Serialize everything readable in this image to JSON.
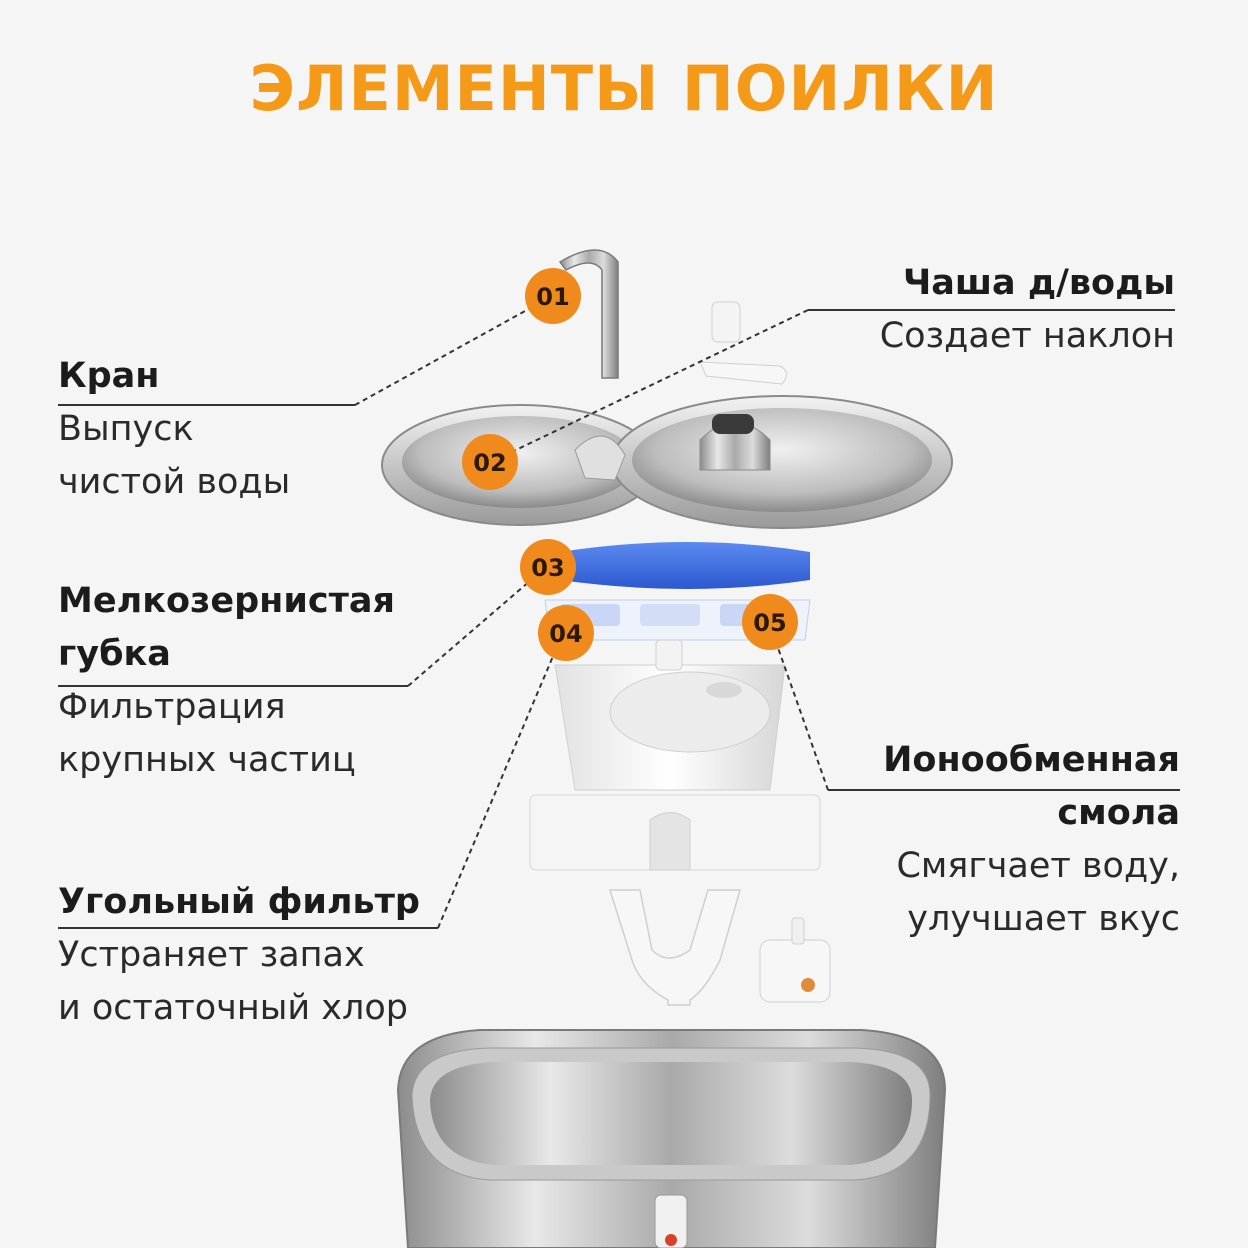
{
  "title": "ЭЛЕМЕНТЫ ПОИЛКИ",
  "colors": {
    "accent": "#f59a18",
    "badge": "#f08a1c",
    "text": "#1c1c1c"
  },
  "badges": [
    "01",
    "02",
    "03",
    "04",
    "05"
  ],
  "labels": {
    "tap": {
      "name": "Кран",
      "desc1": "Выпуск",
      "desc2": "чистой воды"
    },
    "bowl": {
      "name": "Чаша д/воды",
      "desc1": "Создает наклон"
    },
    "sponge": {
      "name1": "Мелкозернистая",
      "name2": "губка",
      "desc1": "Фильтрация",
      "desc2": "крупных частиц"
    },
    "resin": {
      "name1": "Ионообменная",
      "name2": "смола",
      "desc1": "Смягчает воду,",
      "desc2": "улучшает вкус"
    },
    "carbon": {
      "name": "Угольный фильтр",
      "desc1": "Устраняет запах",
      "desc2": "и остаточный хлор"
    }
  }
}
